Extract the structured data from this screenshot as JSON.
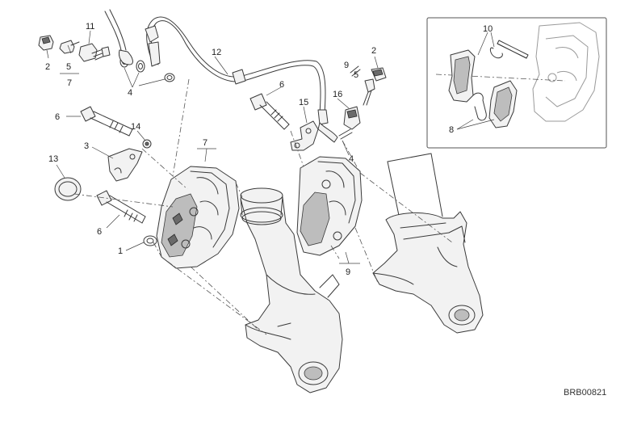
{
  "diagram": {
    "reference_code": "BRB00821",
    "callouts": {
      "c1": "1",
      "c2a": "2",
      "c2b": "2",
      "c3": "3",
      "c4a": "4",
      "c4b": "4",
      "c5a": "5",
      "c5b": "5",
      "c6a": "6",
      "c6b": "6",
      "c6c": "6",
      "c7a": "7",
      "c7b": "7",
      "c8": "8",
      "c9a": "9",
      "c9b": "9",
      "c10": "10",
      "c11": "11",
      "c12": "12",
      "c13": "13",
      "c14": "14",
      "c15": "15",
      "c16": "16"
    }
  }
}
